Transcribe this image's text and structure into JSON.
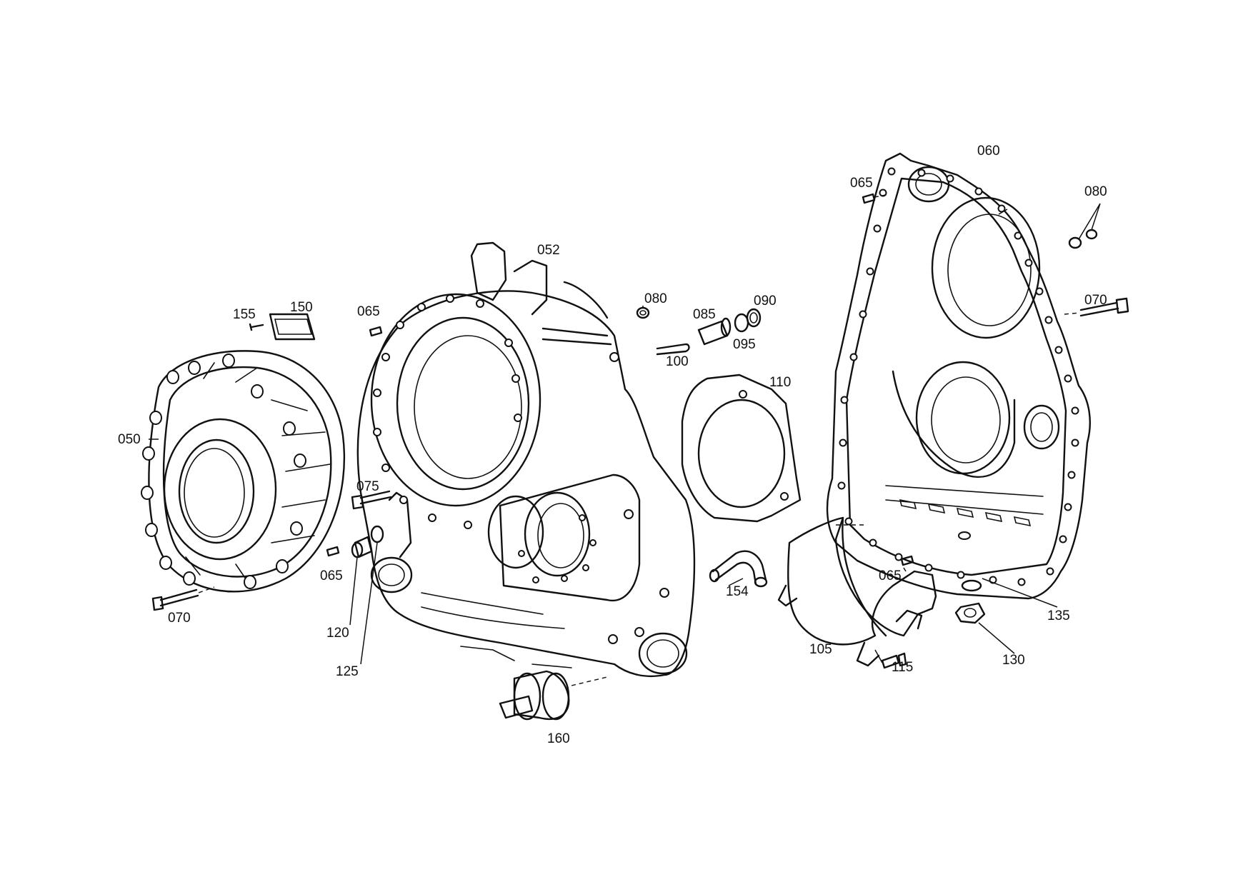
{
  "labels": {
    "p050": "050",
    "p052": "052",
    "p060": "060",
    "p065a": "065",
    "p065b": "065",
    "p065c": "065",
    "p065d": "065",
    "p070a": "070",
    "p070b": "070",
    "p075": "075",
    "p080a": "080",
    "p080b": "080",
    "p085": "085",
    "p090": "090",
    "p095": "095",
    "p100": "100",
    "p105": "105",
    "p110": "110",
    "p115": "115",
    "p120": "120",
    "p125": "125",
    "p130": "130",
    "p135": "135",
    "p150": "150",
    "p154": "154",
    "p155": "155",
    "p160": "160"
  }
}
